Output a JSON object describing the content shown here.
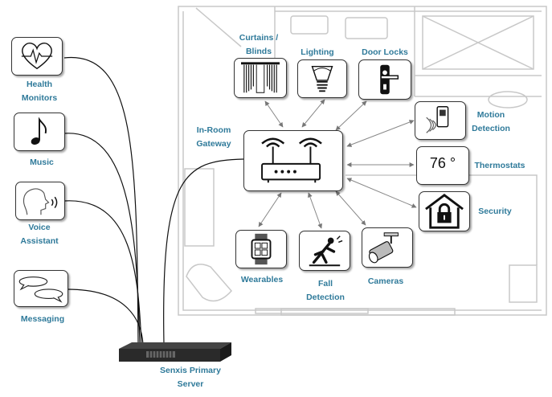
{
  "left_devices": {
    "health": "Health\nMonitors",
    "music": "Music",
    "voice": "Voice\nAssistant",
    "messaging": "Messaging"
  },
  "server_label": "Senxis Primary\nServer",
  "gateway_label": "In-Room\nGateway",
  "room_devices": {
    "curtains": "Curtains /\nBlinds",
    "lighting": "Lighting",
    "door_locks": "Door Locks",
    "motion": "Motion\nDetection",
    "thermostats": "Thermostats",
    "thermostat_display": "76 °",
    "security": "Security",
    "wearables": "Wearables",
    "fall": "Fall\nDetection",
    "cameras": "Cameras"
  },
  "colors": {
    "label": "#2f7a9a",
    "floorplan": "#c8c8c8",
    "icon": "#111111"
  },
  "icons": [
    "heart-monitor-icon",
    "music-note-icon",
    "voice-head-icon",
    "chat-bubbles-icon",
    "curtains-icon",
    "light-bulb-icon",
    "door-lock-icon",
    "motion-sensor-icon",
    "padlock-house-icon",
    "smartwatch-icon",
    "fall-person-icon",
    "camera-icon",
    "router-icon",
    "server-rack-icon"
  ]
}
